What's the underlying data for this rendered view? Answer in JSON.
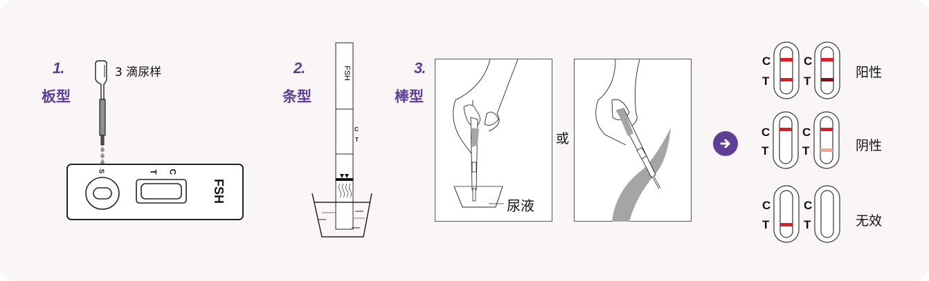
{
  "colors": {
    "background": "#faf6f8",
    "accent_purple": "#5f3f96",
    "line_red": "#d7202a",
    "line_dark_red": "#8a0f12",
    "line_faint": "#f0a88c",
    "liquid_gray": "#8f8f8f"
  },
  "step1": {
    "number": "1.",
    "type": "板型",
    "dropper_label": "3  滴尿样",
    "cassette": {
      "sample_mark": "S",
      "t_mark": "T",
      "c_mark": "C",
      "brand": "FSH"
    }
  },
  "step2": {
    "number": "2.",
    "type": "条型",
    "strip": {
      "brand": "FSH",
      "c_mark": "C",
      "t_mark": "T"
    }
  },
  "step3": {
    "number": "3.",
    "type": "棒型",
    "cup_label": "尿液",
    "or_label": "或"
  },
  "results": {
    "arrow_icon": "arrow-right-icon",
    "rows": [
      {
        "label": "阳性",
        "windows": [
          {
            "c": "C",
            "t": "T",
            "c_line": "red",
            "t_line": "red"
          },
          {
            "c": "C",
            "t": "T",
            "c_line": "red",
            "t_line": "dark_red"
          }
        ]
      },
      {
        "label": "阴性",
        "windows": [
          {
            "c": "C",
            "t": "T",
            "c_line": "red",
            "t_line": "none"
          },
          {
            "c": "C",
            "t": "T",
            "c_line": "red",
            "t_line": "faint"
          }
        ]
      },
      {
        "label": "无效",
        "windows": [
          {
            "c": "C",
            "t": "T",
            "c_line": "none",
            "t_line": "red"
          },
          {
            "c": "C",
            "t": "T",
            "c_line": "none",
            "t_line": "none"
          }
        ]
      }
    ]
  }
}
